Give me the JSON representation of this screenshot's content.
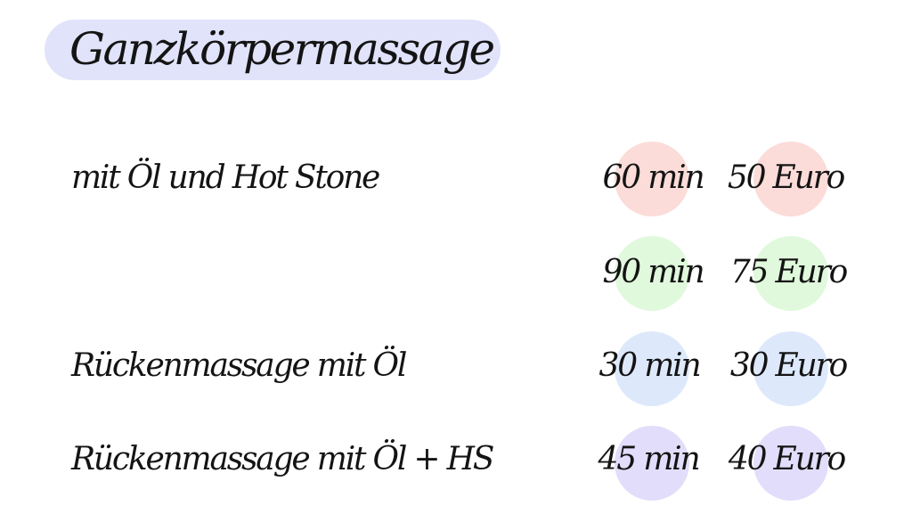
{
  "title": "Ganzkörpermassage",
  "rows": [
    {
      "service": "mit Öl und Hot Stone",
      "duration": "60 min",
      "price": "50 Euro",
      "circle_color": "#fbdcd8"
    },
    {
      "service": "",
      "duration": "90 min",
      "price": "75 Euro",
      "circle_color": "#e0f9dc"
    },
    {
      "service": "Rückenmassage mit Öl",
      "duration": "30 min",
      "price": "30 Euro",
      "circle_color": "#dde9fb"
    },
    {
      "service": "Rückenmassage mit Öl + HS",
      "duration": "45 min",
      "price": "40 Euro",
      "circle_color": "#e2ddfb"
    }
  ]
}
